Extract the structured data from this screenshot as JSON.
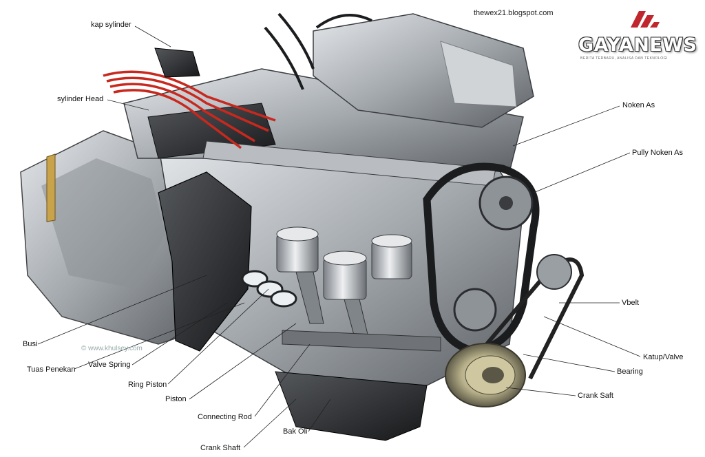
{
  "source": "thewex21.blogspot.com",
  "brand": "GAYANEWS",
  "tagline": "BERITA TERBARU, ANALISA DAN TEKNOLOGI",
  "copyright": "© www.khulsey.com",
  "labels": {
    "kap_sylinder": "kap sylinder",
    "sylinder_head": "sylinder Head",
    "noken_as": "Noken As",
    "pully_noken_as": "Pully Noken As",
    "vbelt": "Vbelt",
    "katup_valve": "Katup/Valve",
    "bearing": "Bearing",
    "crank_saft": "Crank Saft",
    "busi": "Busi",
    "tuas_penekan": "Tuas Penekan",
    "valve_spring": "Valve Spring",
    "ring_piston": "Ring Piston",
    "piston": "Piston",
    "connecting_rod": "Connecting Rod",
    "bak_oli": "Bak Oli",
    "crank_shaft": "Crank Shaft"
  },
  "colors": {
    "metal": "#9aa0a6",
    "dark": "#2b2d30",
    "wire": "#c8281e",
    "brand_icon": "#c0262d"
  }
}
